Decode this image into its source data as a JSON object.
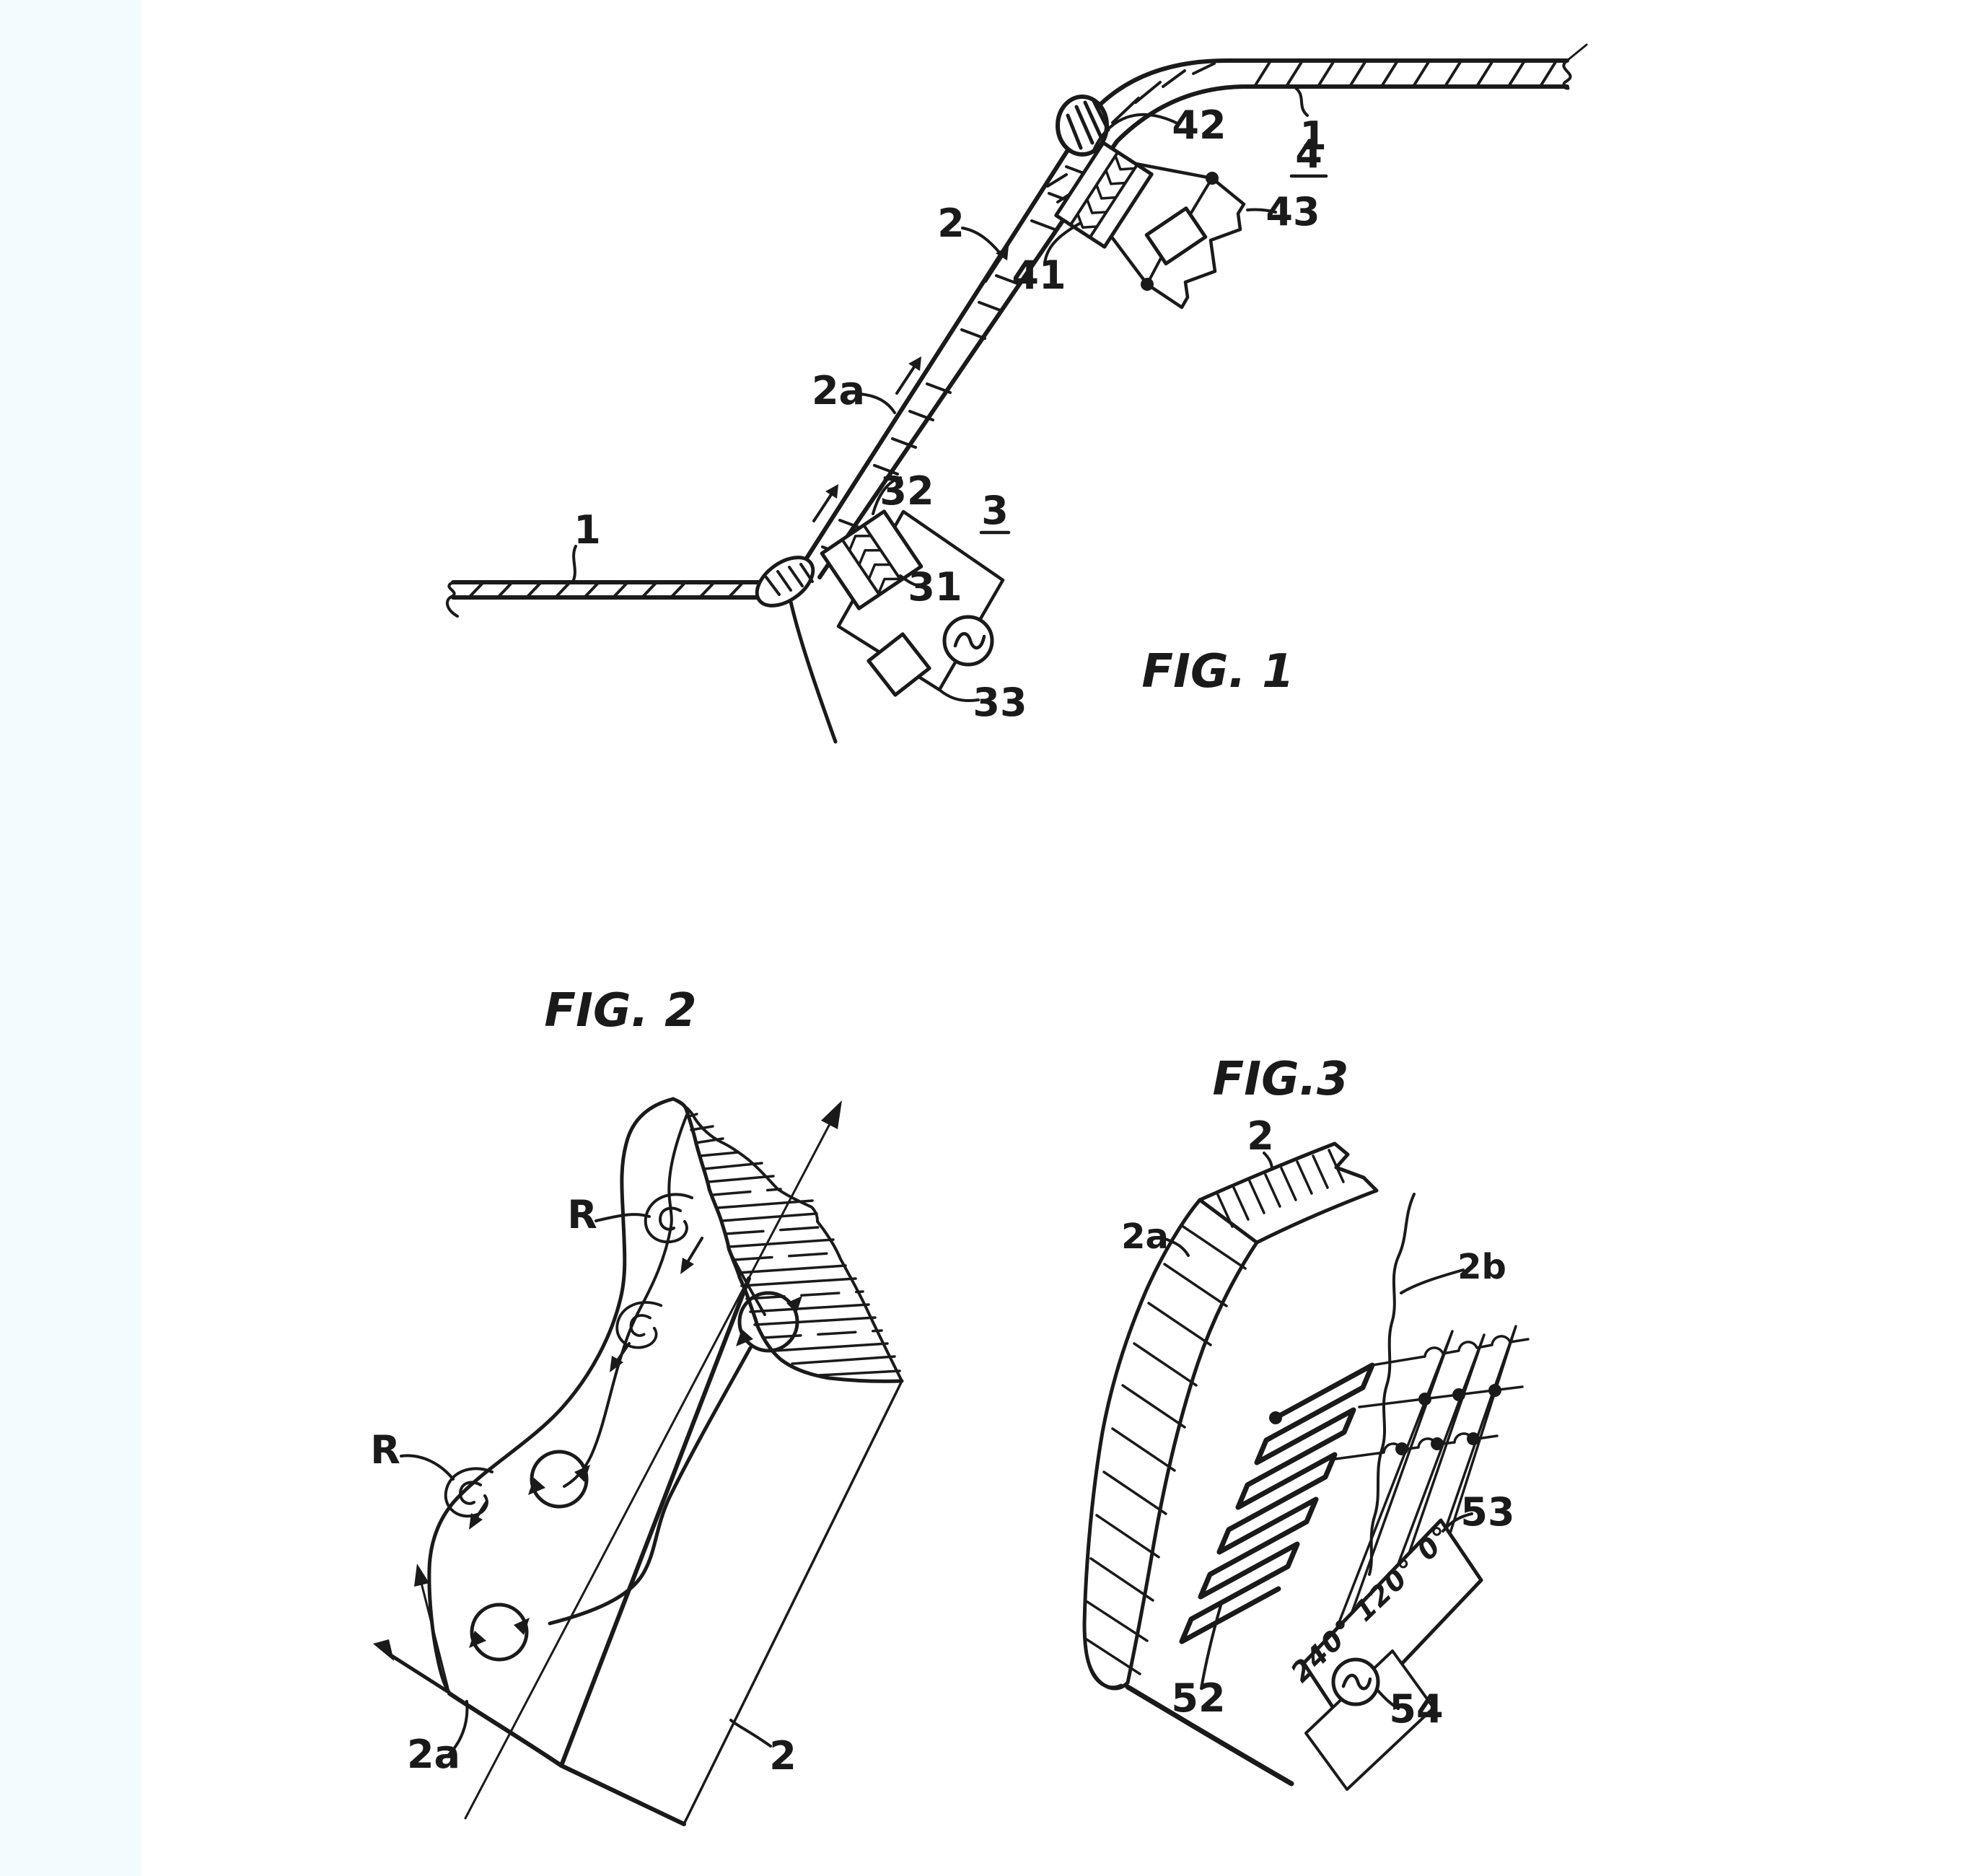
{
  "colors": {
    "ink": "#1a1a1a",
    "paper": "#ffffff",
    "margin_tint": "#f3fbfe"
  },
  "figure1": {
    "title": "FIG. 1",
    "refs": {
      "top_panel": "1",
      "deflector": "2",
      "deflector_surface": "2a",
      "bottom_panel": "1",
      "sensor_upper": "41",
      "circuit_upper": "4",
      "loop_upper": "42",
      "resistor_upper": "43",
      "loop_lower": "32",
      "circuit_lower": "3",
      "sensor_lower": "31",
      "component_lower": "33"
    }
  },
  "figure2": {
    "title": "FIG. 2",
    "refs": {
      "vortex_upper": "R",
      "vortex_lower": "R",
      "surface": "2a",
      "deflector": "2"
    }
  },
  "figure3": {
    "title": "FIG.3",
    "refs": {
      "deflector": "2",
      "surface": "2a",
      "face": "2b",
      "electrode": "52",
      "phase_plate": "53",
      "ac_source": "54"
    },
    "phase_labels": "240° 120° 0°"
  }
}
